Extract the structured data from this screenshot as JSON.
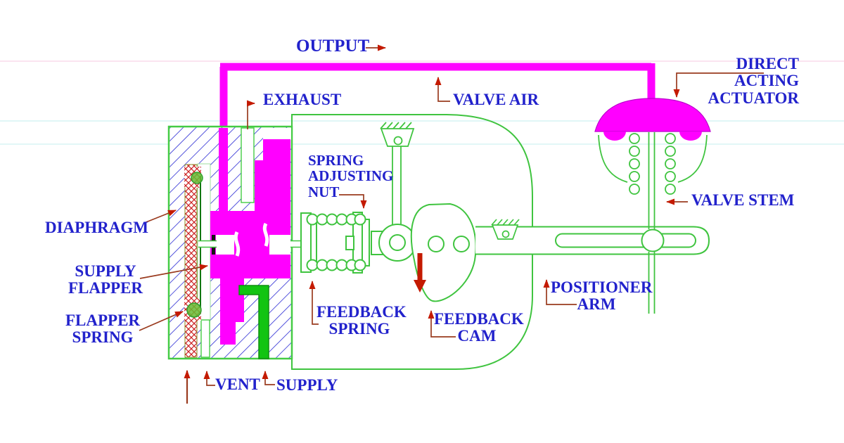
{
  "labels": {
    "output": "OUTPUT",
    "exhaust": "EXHAUST",
    "valve_air": "VALVE AIR",
    "direct_acting_actuator": {
      "line1": "DIRECT ACTING",
      "line2": "ACTUATOR"
    },
    "valve_stem": "VALVE STEM",
    "spring_adjusting_nut": {
      "line1": "SPRING",
      "line2": "ADJUSTING",
      "line3": "NUT"
    },
    "diaphragm": "DIAPHRAGM",
    "supply_flapper": {
      "line1": "SUPPLY",
      "line2": "FLAPPER"
    },
    "flapper_spring": {
      "line1": "FLAPPER",
      "line2": "SPRING"
    },
    "vent": "VENT",
    "supply": "SUPPLY",
    "feedback_spring": {
      "line1": "FEEDBACK",
      "line2": "SPRING"
    },
    "feedback_cam": {
      "line1": "FEEDBACK",
      "line2": "CAM"
    },
    "positioner_arm": {
      "line1": "POSITIONER",
      "line2": "ARM"
    }
  },
  "colors": {
    "label_text": "#2222CC",
    "pneumatic_signal": "#FF00FF",
    "supply_air": "#12C412",
    "mechanism_outline": "#3FC43F",
    "body_hatch": "#2A2AD4",
    "diaphragm_hatch": "#CC2222",
    "leader_line": "#9A3B1F",
    "arrowhead": "#C41A00"
  }
}
